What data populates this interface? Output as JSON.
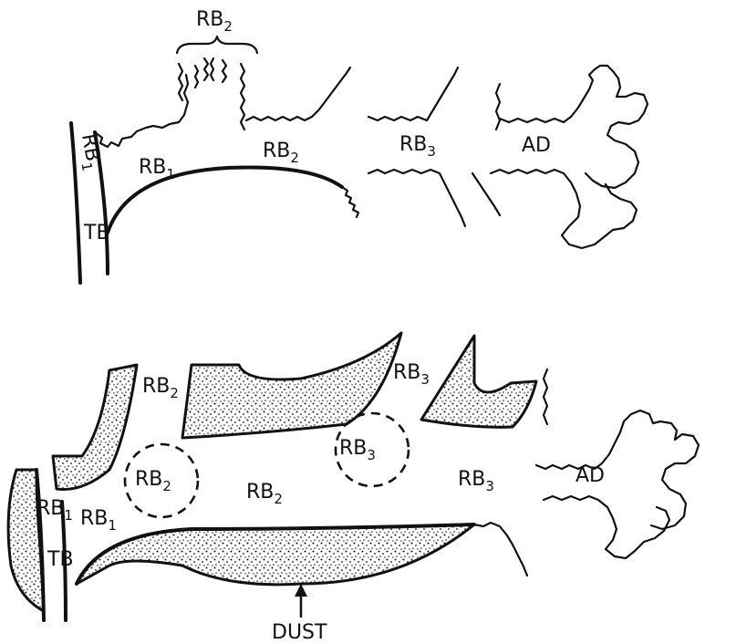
{
  "figure": {
    "top_panel": {
      "labels": {
        "rb2_bracket": "RB2",
        "rb1_vertical": "RB1",
        "rb1": "RB1",
        "rb2": "RB2",
        "rb3": "RB3",
        "ad": "AD",
        "tb": "TB"
      }
    },
    "bottom_panel": {
      "labels": {
        "rb2_top": "RB2",
        "rb3_top": "RB3",
        "rb2_circle": "RB2",
        "rb3_circle": "RB3",
        "rb2_center": "RB2",
        "rb3_right": "RB3",
        "ad": "AD",
        "rb1_left": "RB1",
        "rb1": "RB1",
        "tb": "TB",
        "dust": "DUST"
      }
    }
  }
}
